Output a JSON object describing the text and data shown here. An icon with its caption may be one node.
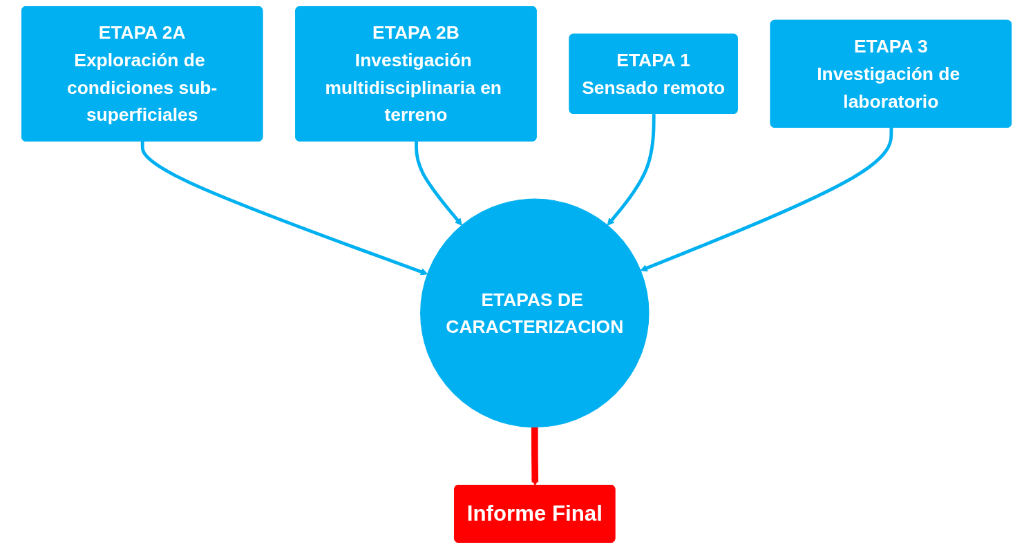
{
  "diagram": {
    "nodes": [
      {
        "text": [
          "ETAPA 2A",
          "Exploración de condiciones sub-superficiales"
        ]
      },
      {
        "text": [
          "ETAPA 2B",
          "Investigación multidisciplinaria en terreno"
        ]
      },
      {
        "text": [
          "ETAPA 1",
          "Sensado remoto"
        ]
      },
      {
        "text": [
          "ETAPA 3",
          "Investigación de laboratorio"
        ]
      },
      {
        "text": [
          "ETAPAS DE CARACTERIZACION"
        ]
      },
      {
        "text": [
          "Informe Final"
        ]
      }
    ],
    "edges": [
      {
        "from": 0,
        "to": 4,
        "arrow": "to"
      },
      {
        "from": 1,
        "to": 4,
        "arrow": "to"
      },
      {
        "from": 2,
        "to": 4,
        "arrow": "to"
      },
      {
        "from": 3,
        "to": 4,
        "arrow": "to"
      },
      {
        "from": 4,
        "to": 5,
        "arrow": "to",
        "style": "thick",
        "color": "#ff0000"
      }
    ]
  }
}
